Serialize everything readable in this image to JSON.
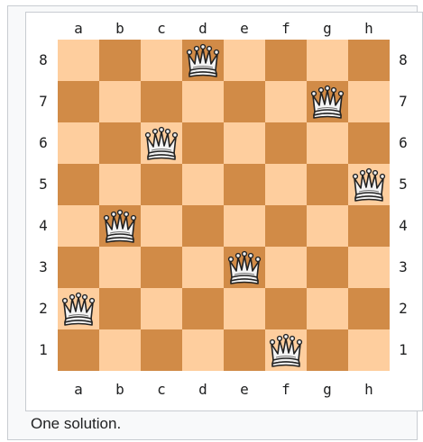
{
  "files": [
    "a",
    "b",
    "c",
    "d",
    "e",
    "f",
    "g",
    "h"
  ],
  "ranks": [
    "8",
    "7",
    "6",
    "5",
    "4",
    "3",
    "2",
    "1"
  ],
  "queen_piece": "queen-icon",
  "queens": [
    "d8",
    "g7",
    "c6",
    "h5",
    "b4",
    "e3",
    "a2",
    "f1"
  ],
  "colors": {
    "light_square": "#fece9e",
    "dark_square": "#d18b47",
    "queen_fill": "#f4f4f4",
    "queen_outline": "#222222"
  },
  "caption": "One solution."
}
